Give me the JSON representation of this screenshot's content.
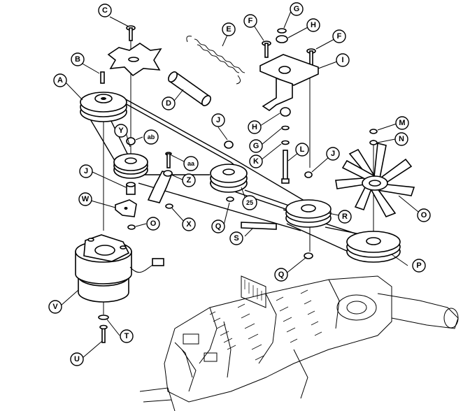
{
  "callouts": {
    "A": "A",
    "B": "B",
    "C": "C",
    "D": "D",
    "E": "E",
    "F1": "F",
    "F2": "F",
    "G1": "G",
    "G2": "G",
    "H1": "H",
    "H2": "H",
    "I": "I",
    "J1": "J",
    "J2": "J",
    "J3": "J",
    "K": "K",
    "L": "L",
    "M": "M",
    "N": "N",
    "O1": "O",
    "O2": "O",
    "P": "P",
    "Q1": "Q",
    "Q2": "Q",
    "R": "R",
    "S": "S",
    "T": "T",
    "U": "U",
    "V": "V",
    "W": "W",
    "X": "X",
    "Y": "Y",
    "Z": "Z",
    "aa": "aa",
    "ab": "ab",
    "n25": "25"
  }
}
